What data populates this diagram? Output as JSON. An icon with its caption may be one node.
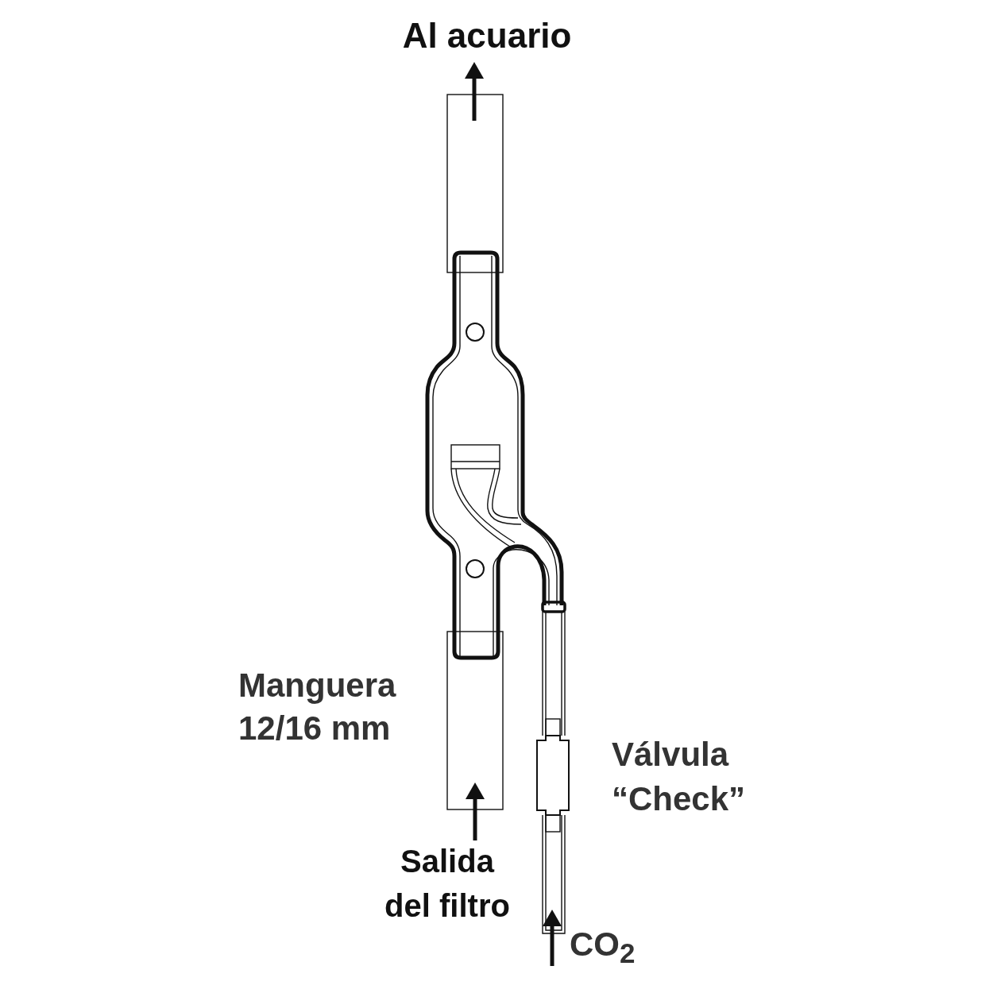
{
  "diagram": {
    "labels": [
      "Al acuario",
      "Manguera 12/16 mm",
      "Válvula “Check”",
      "Salida del filtro",
      "CO$_{2}$"
    ]
  }
}
